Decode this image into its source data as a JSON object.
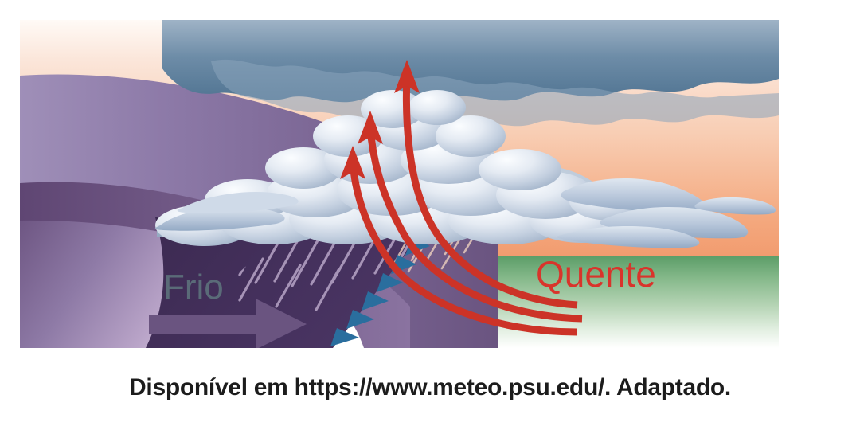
{
  "figure": {
    "name": "cold-front-cross-section-diagram",
    "labels": {
      "cold_air": "Frio",
      "warm_air": "Quente"
    },
    "colors": {
      "cold_label": "#5a6b78",
      "warm_label": "#d9342b",
      "arrow_red": "#cc3327",
      "cold_arrow_purple": "#6a5480",
      "sky_top": "#fdf6f0",
      "sky_horizon": "#f0875a",
      "ground_top": "#5fa06a",
      "ground_bottom": "#ffffff",
      "front_wedge_dark": "#3d2a52",
      "front_wedge_mid": "#6d5380",
      "front_wedge_light": "#c9b3d4",
      "front_triangles": "#2a6e9e",
      "cloud_light": "#eef2f7",
      "cloud_mid": "#b9c6da",
      "cloud_anvil": "#5d7f9b",
      "rain_streak": "#b9a6c9"
    },
    "elements": {
      "anvil_cloud": "cumulonimbus-anvil",
      "tower_cloud": "cumulonimbus-tower",
      "rain_shaft": "precipitation-streaks",
      "front_symbol": "cold-front-triangles",
      "updraft_arrows_count": 3,
      "cold_advance_arrow": "cold-air-advance-arrow"
    }
  },
  "caption": {
    "text": "Disponível em https://www.meteo.psu.edu/. Adaptado."
  }
}
